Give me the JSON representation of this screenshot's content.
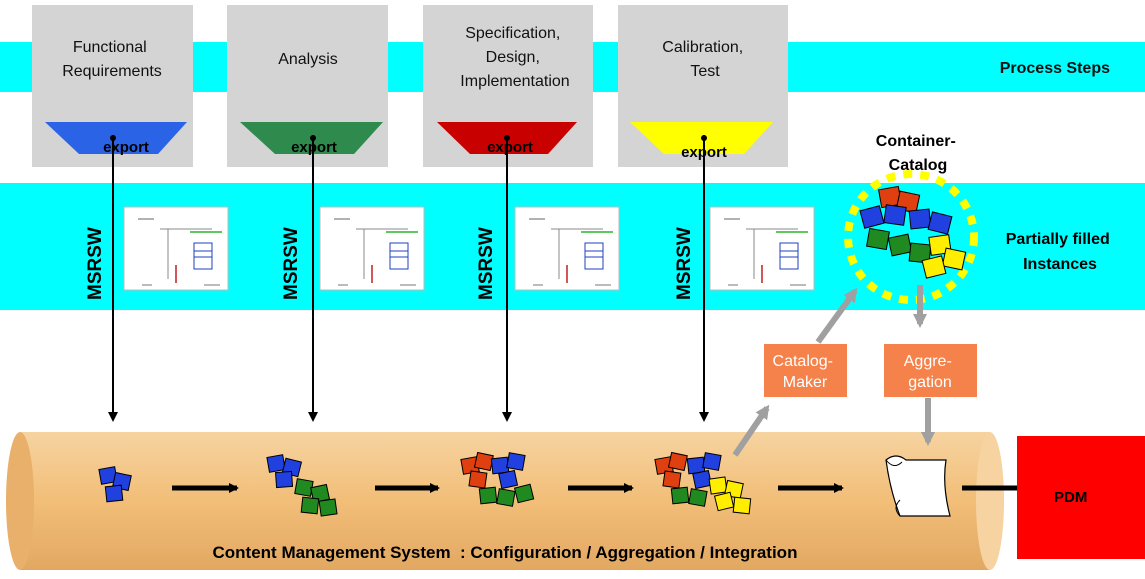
{
  "process_steps": {
    "label": "Process Steps",
    "steps": [
      {
        "lines": [
          "Functional",
          "Requirements"
        ],
        "export_label": "export",
        "funnel_color": "#2b63e6"
      },
      {
        "lines": [
          "Analysis"
        ],
        "export_label": "export",
        "funnel_color": "#2f8a4e"
      },
      {
        "lines": [
          "Specification,",
          "Design,",
          "Implementation"
        ],
        "export_label": "export",
        "funnel_color": "#c80000"
      },
      {
        "lines": [
          "Calibration,",
          "Test"
        ],
        "export_label": "export",
        "funnel_color": "#ffff00"
      }
    ]
  },
  "msrsw_label": "MSRSW",
  "container_catalog": {
    "lines": [
      "Container-",
      "Catalog"
    ]
  },
  "instances": {
    "lines": [
      "Partially filled",
      "Instances"
    ]
  },
  "catalog_maker": {
    "lines": [
      "Catalog-",
      "Maker"
    ]
  },
  "aggregation": {
    "lines": [
      "Aggre-",
      "gation"
    ]
  },
  "cms_label": "Content Management System  : Configuration / Aggregation / Integration",
  "pdm_label": "PDM",
  "colors": {
    "cyan_band": "#00ffff",
    "step_box": "#d4d4d4",
    "cylinder": "#f2be78",
    "orange_box": "#f5824a",
    "pdm": "#ff0000",
    "catalog_ring": "#ffff00",
    "gray_arrow": "#a0a0a0"
  }
}
